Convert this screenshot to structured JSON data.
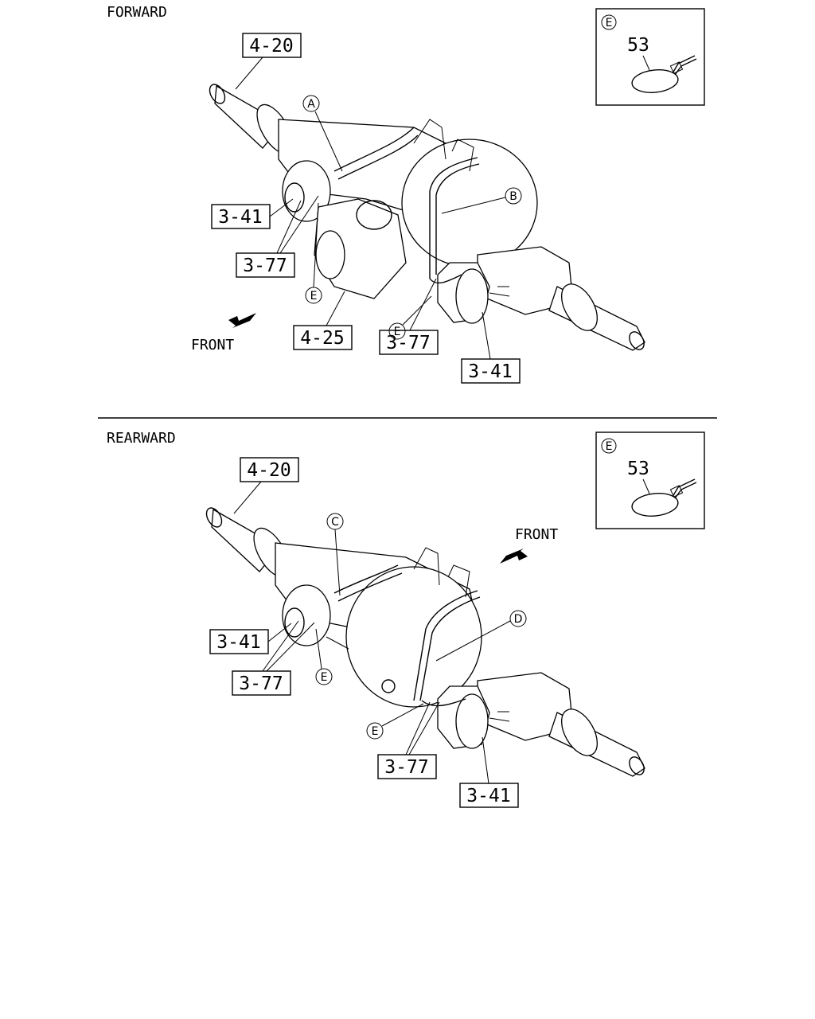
{
  "sections": [
    {
      "title": "FORWARD",
      "front_label": "FRONT",
      "detail": {
        "marker": "E",
        "part": "53"
      },
      "callouts": [
        "4-20",
        "3-41",
        "3-77",
        "4-25",
        "3-77",
        "3-41"
      ],
      "markers": [
        "A",
        "B",
        "E",
        "E"
      ]
    },
    {
      "title": "REARWARD",
      "front_label": "FRONT",
      "detail": {
        "marker": "E",
        "part": "53"
      },
      "callouts": [
        "4-20",
        "3-41",
        "3-77",
        "3-77",
        "3-41"
      ],
      "markers": [
        "C",
        "D",
        "E",
        "E"
      ]
    }
  ],
  "colors": {
    "ink": "#000000",
    "paper": "#ffffff"
  }
}
